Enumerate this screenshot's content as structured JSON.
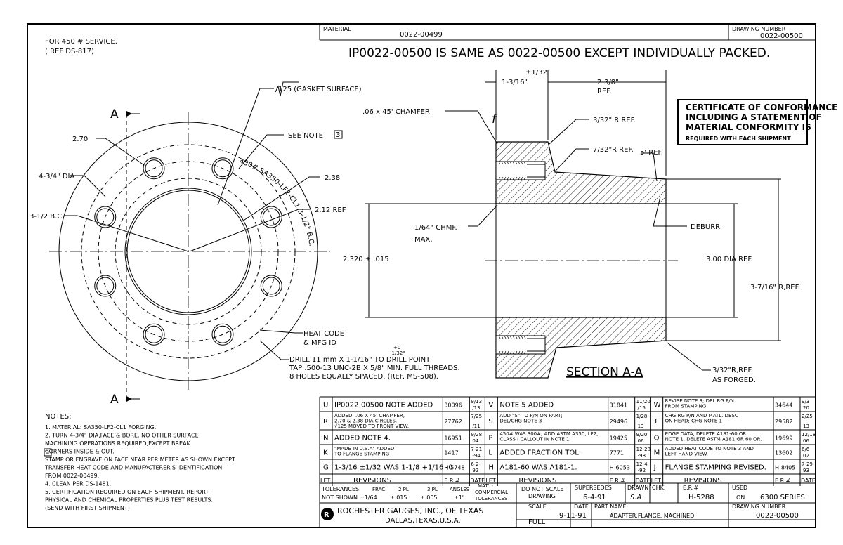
{
  "header": {
    "material_label": "MATERIAL",
    "material_value": "0022-00499",
    "drawing_number_label": "DRAWING NUMBER",
    "drawing_number": "0022-00500",
    "headline": "IP0022-00500 IS SAME AS 0022-00500 EXCEPT INDIVIDUALLY PACKED."
  },
  "service_note": {
    "line1": "FOR 450 # SERVICE.",
    "line2": "( REF DS-817)"
  },
  "flange_view": {
    "label_a_top": "A",
    "label_a_bottom": "A",
    "gasket": "125 (GASKET SURFACE)",
    "see_note": "SEE NOTE",
    "see_note_num": "3",
    "dim_270": "2.70",
    "dim_434": "4-3/4\" DIA",
    "dim_238": "2.38",
    "dim_212": "2.12 REF",
    "dim_bc": "3-1/2 B.C.",
    "stamp_text": "450# SA350-LF2-CL1 3-1/2\" B.C.",
    "heat_code_1": "HEAT CODE",
    "heat_code_2": "& MFG ID",
    "tol_plus": "+0",
    "tol_minus": "-1/32\"",
    "drill_1": "DRILL 11 mm X 1-1/16\"        TO DRILL POINT",
    "drill_2": "TAP .500-13 UNC-2B X 5/8\" MIN. FULL THREADS.",
    "drill_3": "8 HOLES EQUALLY SPACED. (REF. MS-508)."
  },
  "section_view": {
    "tol_1_32": "±1/32",
    "dim_1316": "1-3/16\"",
    "dim_238ref": "2-3/8\"",
    "ref": "REF.",
    "chamfer": ".06 x 45' CHAMFER",
    "r_332": "3/32\" R REF.",
    "r_732": "7/32\"R REF.",
    "deg5": "5' REF.",
    "chmf_164": "1/64\" CHMF.",
    "max": "MAX.",
    "dim_2320": "2.320 ± .015",
    "deburr": "DEBURR",
    "dim_300": "3.00 DIA REF.",
    "dim_3716": "3-7/16\" R,REF.",
    "section_title": "SECTION  A-A",
    "forged_1": "3/32\"R,REF.",
    "forged_2": "AS FORGED.",
    "finish_symbol": "f"
  },
  "certificate": {
    "line1": "CERTIFICATE OF CONFORMANCE",
    "line2": "INCLUDING A STATEMENT OF",
    "line3": "MATERIAL CONFORMITY IS",
    "line4": "REQUIRED WITH EACH SHIPMENT"
  },
  "notes": {
    "title": "NOTES:",
    "lines": [
      "1.  MATERIAL: SA350-LF2-CL1 FORGING.",
      "2.  TURN 4-3/4\" DIA,FACE & BORE. NO OTHER SURFACE",
      "     MACHINING OPERATIONS REQUIRED,EXCEPT BREAK",
      "     CORNERS INSIDE & OUT.",
      "      STAMP OR ENGRAVE ON FACE NEAR PERIMETER AS SHOWN EXCEPT",
      "     TRANSFER HEAT CODE AND MANUFACTERER'S IDENTIFICATION",
      "     FROM 0022-00499.",
      "4.  CLEAN PER DS-1481.",
      "5.  CERTIFICATION REQUIRED ON EACH SHIPMENT. REPORT",
      "     PHYSICAL AND CHEMICAL PROPERTIES PLUS TEST RESULTS.",
      "     (SEND WITH FIRST SHIPMENT)"
    ],
    "note3_num": "3"
  },
  "revisions": {
    "rows": [
      [
        {
          "let": "U",
          "desc": [
            "IP0022-00500 NOTE ADDED"
          ],
          "er": "30096",
          "date": [
            "9/13",
            "/13"
          ]
        },
        {
          "let": "V",
          "desc": [
            "NOTE 5 ADDED"
          ],
          "er": "31841",
          "date": [
            "11/20",
            "/15"
          ]
        },
        {
          "let": "W",
          "desc": [
            "REVISE NOTE 3; DEL RG P/N",
            "FROM STAMPING"
          ],
          "er": "34644",
          "date": [
            "9/3",
            "20"
          ]
        }
      ],
      [
        {
          "let": "R",
          "desc": [
            "ADDED: .06 X 45' CHAMFER,",
            "2.70 & 2.38 DIA CIRCLES.",
            "√125  MOVED TO FRONT VIEW."
          ],
          "er": "27762",
          "date": [
            "7/25",
            "/11"
          ]
        },
        {
          "let": "S",
          "desc": [
            "ADD \"S\" TO P/N ON PART;",
            "DEL/CHG NOTE 3"
          ],
          "er": "29496",
          "date": [
            "1/28",
            "13"
          ]
        },
        {
          "let": "T",
          "desc": [
            "CHG RG P/N AND MATL. DESC",
            "ON HEAD; CHG NOTE 1"
          ],
          "er": "29582",
          "date": [
            "2/25",
            "13"
          ]
        }
      ],
      [
        {
          "let": "N",
          "desc": [
            "ADDED NOTE 4."
          ],
          "er": "16951",
          "date": [
            "9/28",
            "04"
          ]
        },
        {
          "let": "P",
          "desc": [
            "450# WAS 300#; ADD ASTM A350, LF2,",
            "CLASS I CALLOUT IN NOTE 1"
          ],
          "er": "19425",
          "date": [
            "9/20",
            "06"
          ]
        },
        {
          "let": "Q",
          "desc": [
            "EDGE DATA, DELETE A181-60 OR.",
            "NOTE 1, DELETE ASTM A181 GR 60 OR."
          ],
          "er": "19699",
          "date": [
            "12/18",
            "06"
          ]
        }
      ],
      [
        {
          "let": "K",
          "desc": [
            "\"MADE IN U.S.A\" ADDED",
            "TO FLANGE STAMPING"
          ],
          "er": "1417",
          "date": [
            "7-21",
            "-94"
          ]
        },
        {
          "let": "L",
          "desc": [
            "ADDED FRACTION TOL."
          ],
          "er": "7771",
          "date": [
            "12-28",
            "-98"
          ]
        },
        {
          "let": "M",
          "desc": [
            "ADDED HEAT CODE TO NOTE 3 AND",
            "LEFT HAND VIEW."
          ],
          "er": "13602",
          "date": [
            "6/6",
            "02"
          ]
        }
      ],
      [
        {
          "let": "G",
          "desc": [
            "1-3/16 ±1/32 WAS 1-1/8 +1/16 -0"
          ],
          "er": "H-5748",
          "date": [
            "6-2-",
            "92"
          ]
        },
        {
          "let": "H",
          "desc": [
            "A181-60 WAS A181-1."
          ],
          "er": "H-6053",
          "date": [
            "12-4",
            "-92"
          ]
        },
        {
          "let": "J",
          "desc": [
            "FLANGE STAMPING REVISED."
          ],
          "er": "H-8405",
          "date": [
            "7-29-",
            "93"
          ]
        }
      ]
    ],
    "header": {
      "let": "LET",
      "revisions": "REVISIONS",
      "er": "E.R.#",
      "date": "DATE"
    }
  },
  "title_block": {
    "tolerances_label": "TOLERANCES",
    "frac_label": "FRAC.",
    "pl2_label": "2 PL",
    "pl3_label": "3 PL",
    "angles_label": "ANGLES",
    "not_shown": "NOT SHOWN",
    "frac_val": "±1/64",
    "pl2_val": "±.015",
    "pl3_val": "±.005",
    "ang_val": "±1'",
    "matl_1": "MAT'L:",
    "matl_2": "COMMERCIAL",
    "matl_3": "TOLERANCES",
    "do_not_scale_1": "DO NOT SCALE",
    "do_not_scale_2": "DRAWING",
    "supersedes_label": "SUPERSEDES",
    "supersedes": "6-4-91",
    "drawn_label": "DRAWN",
    "drawn": "S.A",
    "chk_label": "CHK.",
    "er_label": "E.R.#",
    "er": "H-5288",
    "used_label": "USED",
    "used_on": "ON",
    "series": "6300 SERIES",
    "company": "ROCHESTER GAUGES, INC., OF TEXAS",
    "city": "DALLAS,TEXAS,U.S.A.",
    "logo_letter": "R",
    "scale_label": "SCALE",
    "scale": "FULL",
    "date_label": "DATE",
    "date": "9-11-91",
    "part_name_label": "PART NAME",
    "part_name": "ADAPTER,FLANGE.  MACHINED",
    "drawing_number_label": "DRAWING NUMBER",
    "drawing_number": "0022-00500"
  }
}
